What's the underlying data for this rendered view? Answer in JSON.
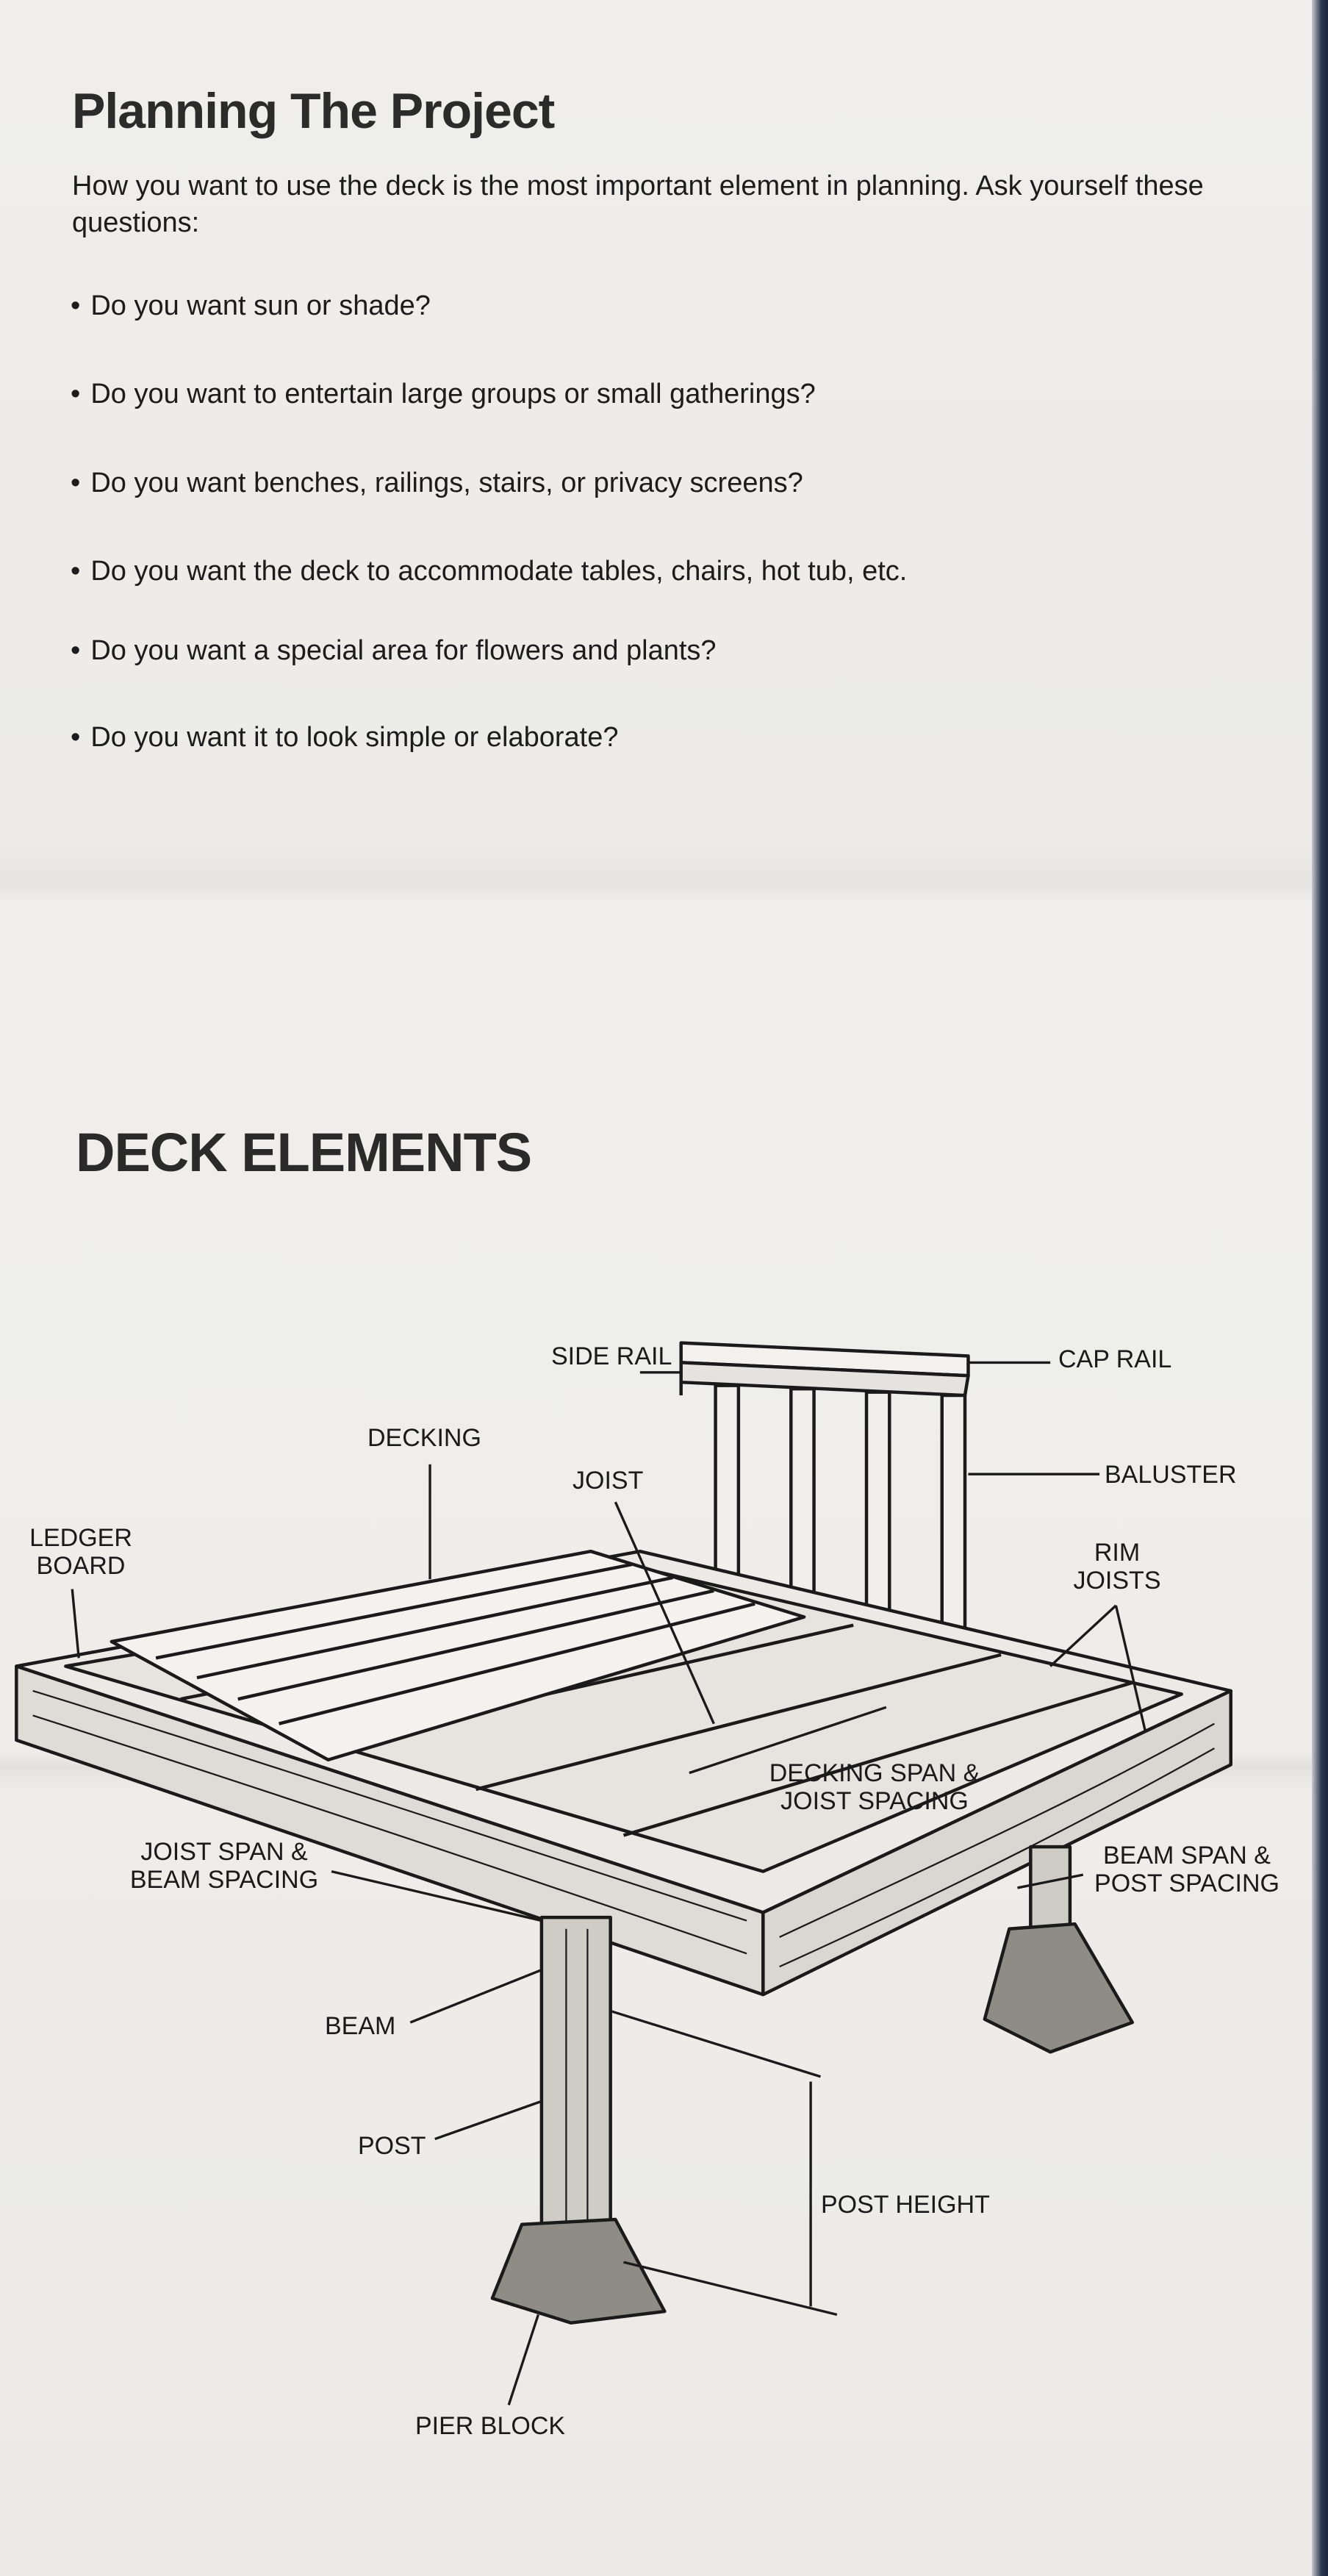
{
  "planning": {
    "title": "Planning The Project",
    "intro": "How you want to use the deck is the most important element in planning. Ask yourself these questions:",
    "bullets": [
      "Do you want sun or shade?",
      "Do you want to entertain large groups or small gatherings?",
      "Do you want benches, railings, stairs, or privacy screens?",
      "Do you want the deck to accommodate tables, chairs, hot tub, etc.",
      "Do you want a special area for flowers and plants?",
      "Do you want it to look simple or elaborate?"
    ]
  },
  "deck": {
    "title": "DECK ELEMENTS",
    "labels": {
      "side_rail": "SIDE RAIL",
      "cap_rail": "CAP RAIL",
      "decking": "DECKING",
      "joist": "JOIST",
      "baluster": "BALUSTER",
      "ledger_board": "LEDGER BOARD",
      "rim_joists": "RIM JOISTS",
      "decking_span": "DECKING SPAN & JOIST SPACING",
      "joist_span": "JOIST SPAN & BEAM SPACING",
      "beam_span": "BEAM SPAN & POST SPACING",
      "beam": "BEAM",
      "post": "POST",
      "post_height": "POST HEIGHT",
      "pier_block": "PIER BLOCK"
    }
  }
}
